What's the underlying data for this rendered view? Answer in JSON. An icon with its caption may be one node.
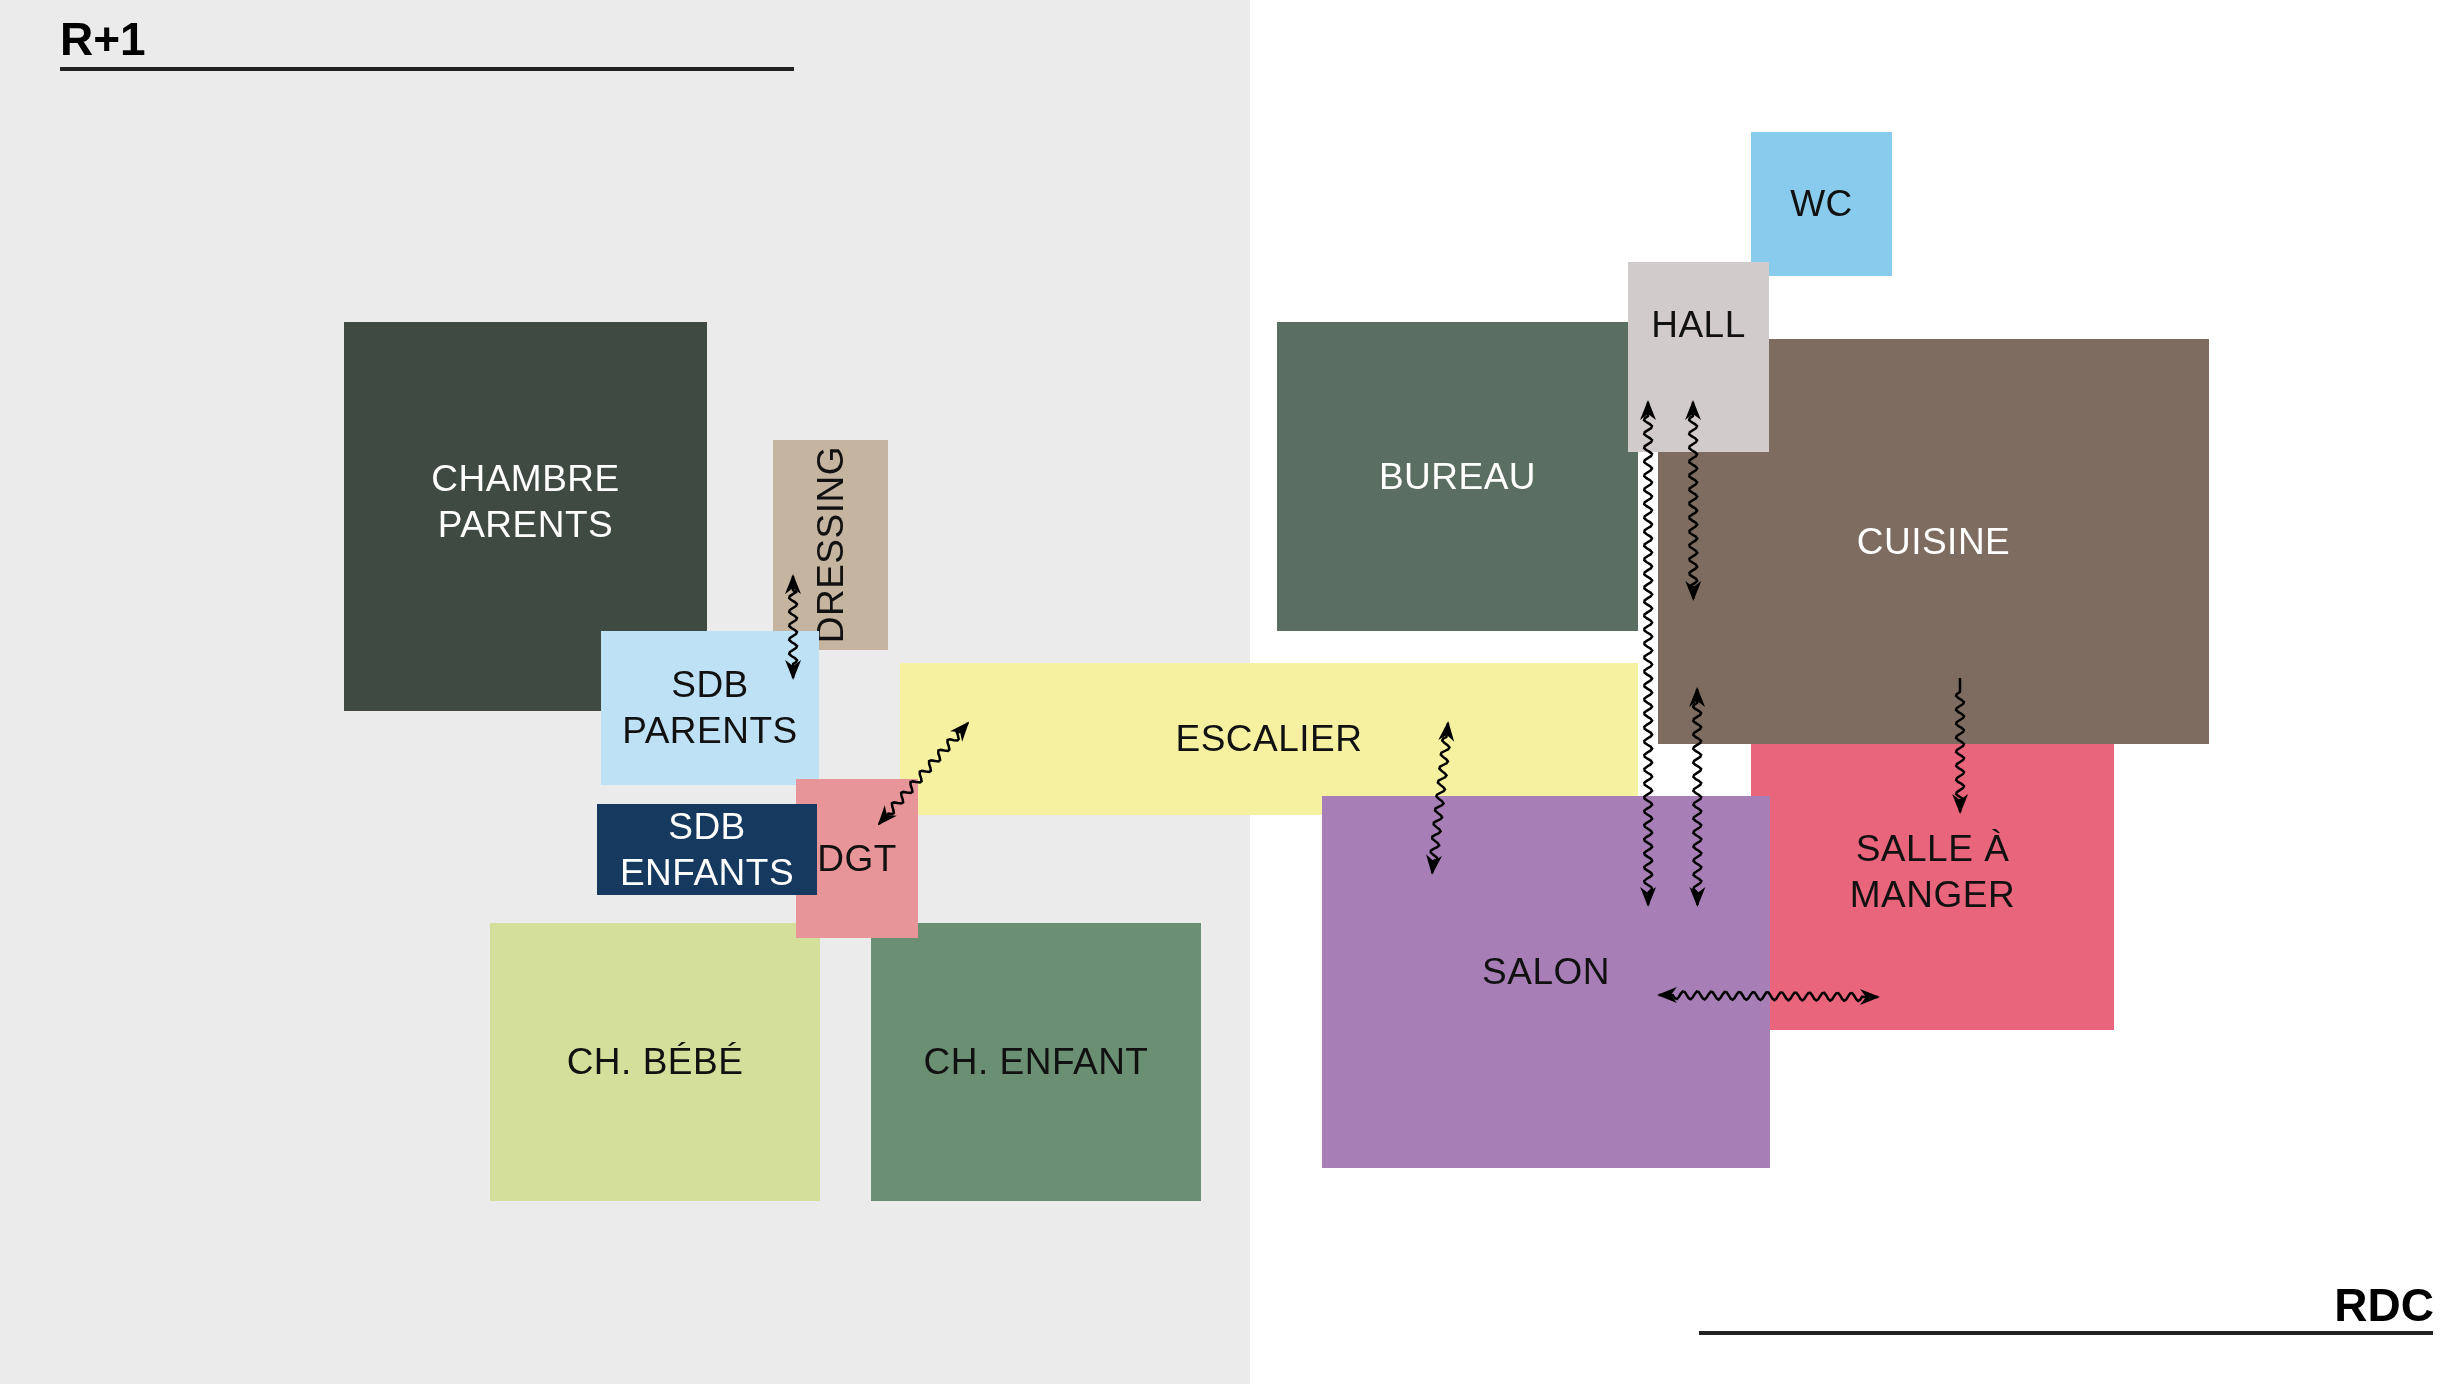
{
  "diagram": {
    "nodes": [
      {
        "text": [
          "CHAMBRE PARENTS"
        ]
      },
      {
        "text": [
          "DRESSING"
        ]
      },
      {
        "text": [
          "SDB PARENTS"
        ]
      },
      {
        "text": [
          "ESCALIER"
        ]
      },
      {
        "text": [
          "DGT"
        ]
      },
      {
        "text": [
          "SDB ENFANTS"
        ]
      },
      {
        "text": [
          "CH. BÉBÉ"
        ]
      },
      {
        "text": [
          "CH. ENFANT"
        ]
      },
      {
        "text": [
          "WC"
        ]
      },
      {
        "text": [
          "HALL"
        ]
      },
      {
        "text": [
          "BUREAU"
        ]
      },
      {
        "text": [
          "CUISINE"
        ]
      },
      {
        "text": [
          "SALLE À MANGER"
        ]
      },
      {
        "text": [
          "SALON"
        ]
      }
    ],
    "edges": [
      {
        "from": 2,
        "to": 1,
        "arrow": "both"
      },
      {
        "from": 4,
        "to": 3,
        "arrow": "both"
      },
      {
        "from": 3,
        "to": 13,
        "arrow": "both"
      },
      {
        "from": 9,
        "to": 11,
        "arrow": "both"
      },
      {
        "from": 9,
        "to": 13,
        "arrow": "both"
      },
      {
        "from": 11,
        "to": 13,
        "arrow": "both"
      },
      {
        "from": 11,
        "to": 12,
        "arrow": "to"
      },
      {
        "from": 13,
        "to": 12,
        "arrow": "both"
      }
    ],
    "labels": [
      "R+1",
      "RDC"
    ]
  }
}
